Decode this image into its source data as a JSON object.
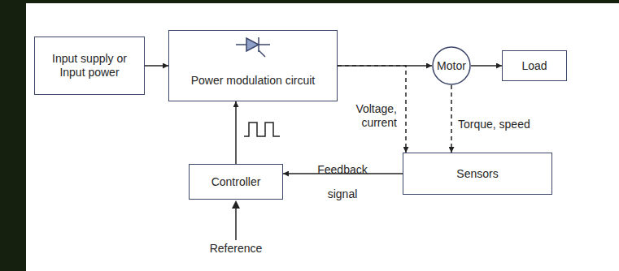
{
  "diagram": {
    "nodes": [
      {
        "text": [
          "Input supply or Input power"
        ]
      },
      {
        "text": [
          "Power modulation circuit"
        ]
      },
      {
        "text": [
          "Motor"
        ]
      },
      {
        "text": [
          "Load"
        ]
      },
      {
        "text": [
          "Sensors"
        ]
      },
      {
        "text": [
          "Controller"
        ]
      }
    ],
    "edges": [
      {
        "from": 0,
        "to": 1,
        "arrow": "to"
      },
      {
        "from": 1,
        "to": 2,
        "arrow": "to"
      },
      {
        "from": 2,
        "to": 3,
        "arrow": "to"
      },
      {
        "from": 1,
        "to": 4,
        "label": "Voltage, current",
        "arrow": "to"
      },
      {
        "from": 2,
        "to": 4,
        "label": "Torque, speed",
        "arrow": "to"
      },
      {
        "from": 4,
        "to": 5,
        "label": "Feedback signal",
        "arrow": "to"
      },
      {
        "from": 5,
        "to": 1,
        "arrow": "to"
      }
    ],
    "labels": [
      "Reference"
    ]
  }
}
